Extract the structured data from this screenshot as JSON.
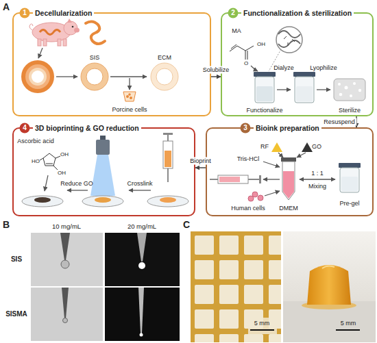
{
  "diagram": {
    "nodes": [
      {
        "text": [
          "Decellularization"
        ]
      },
      {
        "text": [
          "1"
        ],
        "in": 0
      },
      {
        "text": [
          "Functionalization & sterilization"
        ]
      },
      {
        "text": [
          "2"
        ],
        "in": 2
      },
      {
        "text": [
          "3D bioprinting & GO reduction"
        ]
      },
      {
        "text": [
          "4"
        ],
        "in": 4
      },
      {
        "text": [
          "Bioink preparation"
        ]
      },
      {
        "text": [
          "3"
        ],
        "in": 6
      }
    ],
    "edges": [
      {
        "from": 0,
        "to": 2,
        "label": "Solubilize",
        "arrow": "to"
      },
      {
        "from": 2,
        "to": 6,
        "label": "Resuspend",
        "arrow": "to"
      },
      {
        "from": 6,
        "to": 4,
        "label": "Bioprint",
        "arrow": "to"
      }
    ],
    "labels": [
      "A",
      "SIS",
      "Porcine cells",
      "ECM",
      "MA",
      "OH",
      "O",
      "Functionalize",
      "Dialyze",
      "Lyophilize",
      "Sterilize",
      "Tris-HCl",
      "RF",
      "GO",
      "1 : 1",
      "Mixing",
      "Pre-gel",
      "DMEM",
      "Human cells",
      "Ascorbic acid",
      "HO",
      "OH",
      "OH",
      "Reduce GO",
      "Crosslink",
      "B",
      "10 mg/mL",
      "20 mg/mL",
      "SIS",
      "SISMA",
      "C",
      "5 mm",
      "5 mm"
    ]
  }
}
